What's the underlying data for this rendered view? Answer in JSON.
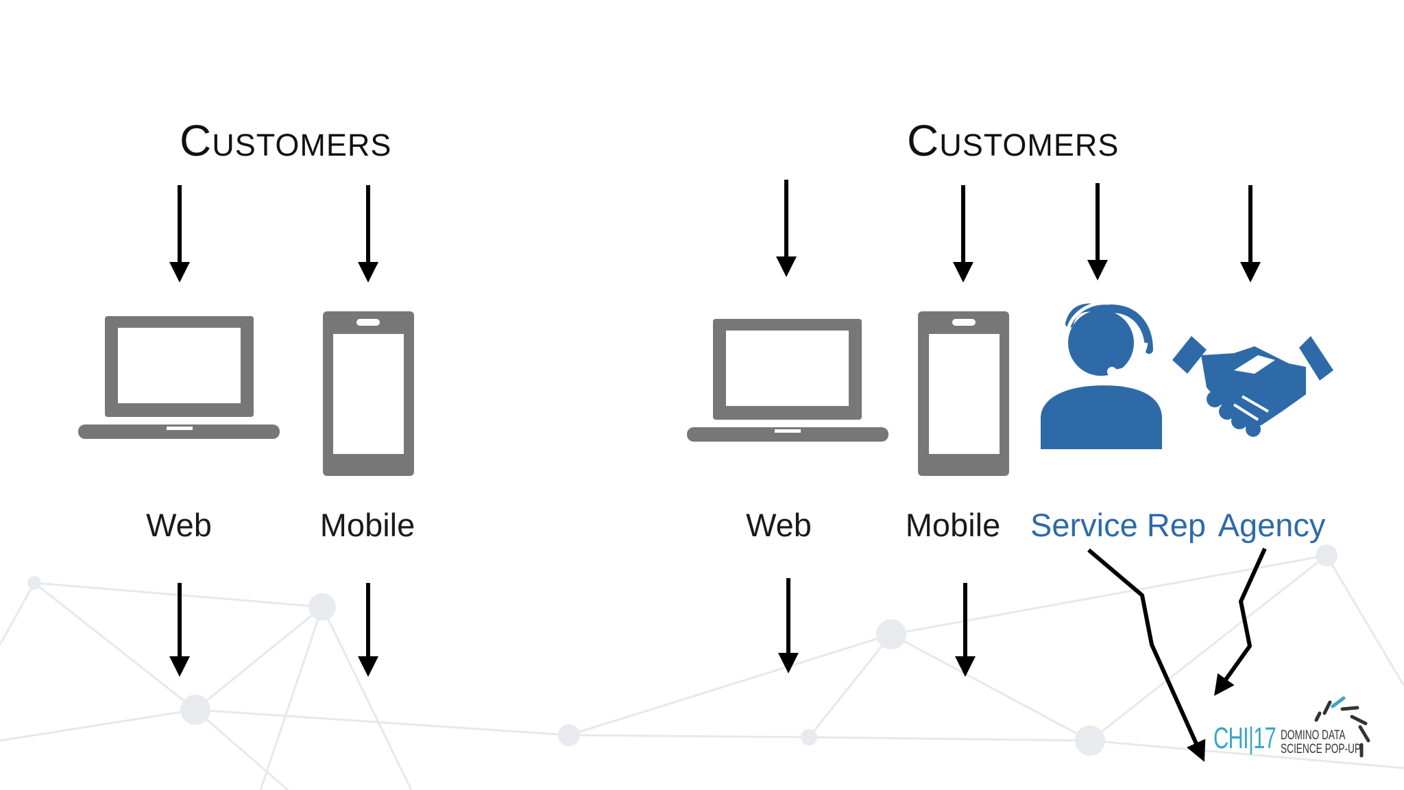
{
  "left_panel": {
    "title": "Customers",
    "channels": [
      {
        "label": "Web",
        "icon": "laptop-icon"
      },
      {
        "label": "Mobile",
        "icon": "phone-icon"
      }
    ]
  },
  "right_panel": {
    "title": "Customers",
    "channels": [
      {
        "label": "Web",
        "icon": "laptop-icon"
      },
      {
        "label": "Mobile",
        "icon": "phone-icon"
      },
      {
        "label": "Service Rep",
        "icon": "headset-person-icon"
      },
      {
        "label": "Agency",
        "icon": "handshake-icon"
      }
    ]
  },
  "logo": {
    "chi": "CHI|17",
    "line1": "DOMINO DATA",
    "line2": "SCIENCE POP-UP"
  },
  "colors": {
    "gray_icon": "#777777",
    "blue_icon": "#2e6aa8",
    "blue_text": "#2e6aa8",
    "logo_accent": "#39a6c8"
  }
}
